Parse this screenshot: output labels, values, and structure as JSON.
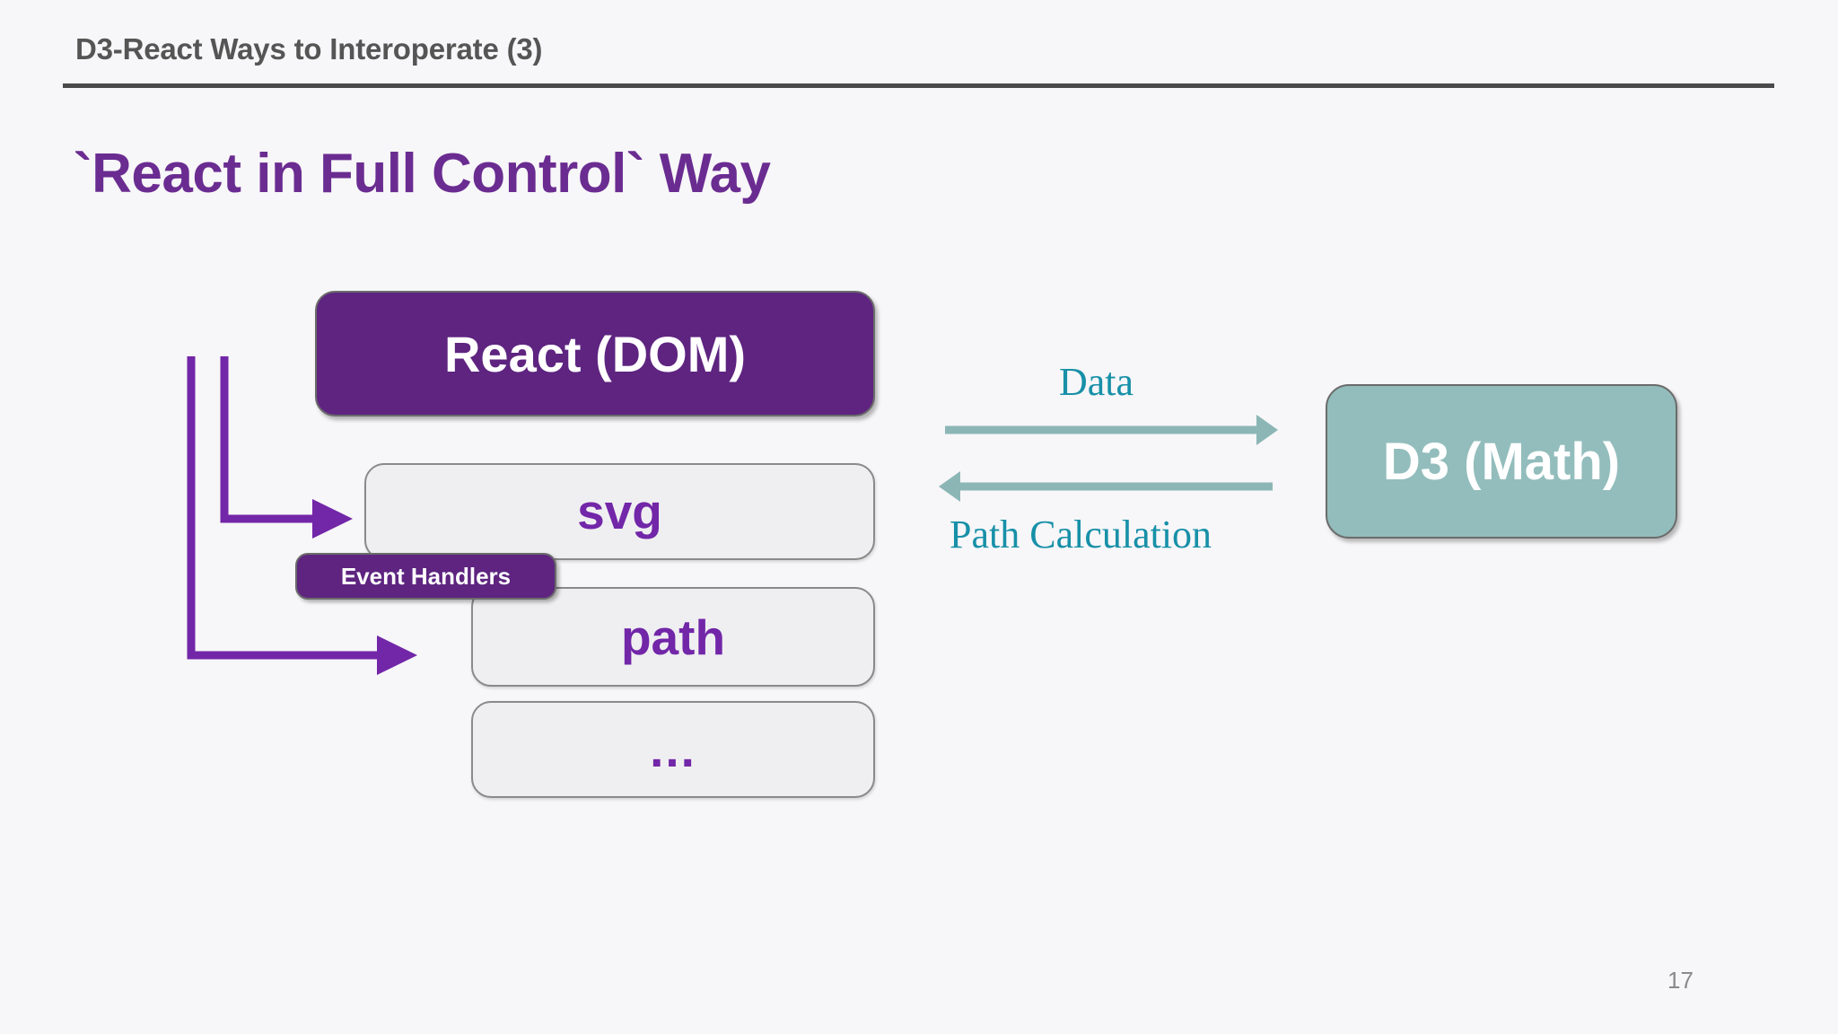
{
  "slide": {
    "eyebrow": "D3-React Ways to Interoperate (3)",
    "title": "`React in Full Control` Way",
    "page_number": "17"
  },
  "diagram": {
    "react_box": {
      "label": "React (DOM)",
      "color": "#5E2480",
      "text_color": "#FFFFFF"
    },
    "dom_children": [
      {
        "label": "svg",
        "color": "#EFEFF1",
        "text_color": "#7226A8"
      },
      {
        "label": "path",
        "color": "#EFEFF1",
        "text_color": "#7226A8"
      },
      {
        "label": "...",
        "color": "#EFEFF1",
        "text_color": "#7226A8"
      }
    ],
    "event_handlers_badge": {
      "label": "Event Handlers",
      "color": "#5E2480",
      "text_color": "#FFFFFF"
    },
    "d3_box": {
      "label": "D3 (Math)",
      "color": "#92BDBC",
      "text_color": "#FFFFFF"
    },
    "flows": [
      {
        "label": "Data",
        "direction": "react-to-d3",
        "color": "#1790A8",
        "arrow_color": "#8CB6B6"
      },
      {
        "label": "Path Calculation",
        "direction": "d3-to-react",
        "color": "#1790A8",
        "arrow_color": "#8CB6B6"
      }
    ],
    "connector_color": "#7226A8",
    "accent_purple": "#6A2C91",
    "rule_color": "#4A4A4A",
    "background": "#F7F6F8"
  }
}
